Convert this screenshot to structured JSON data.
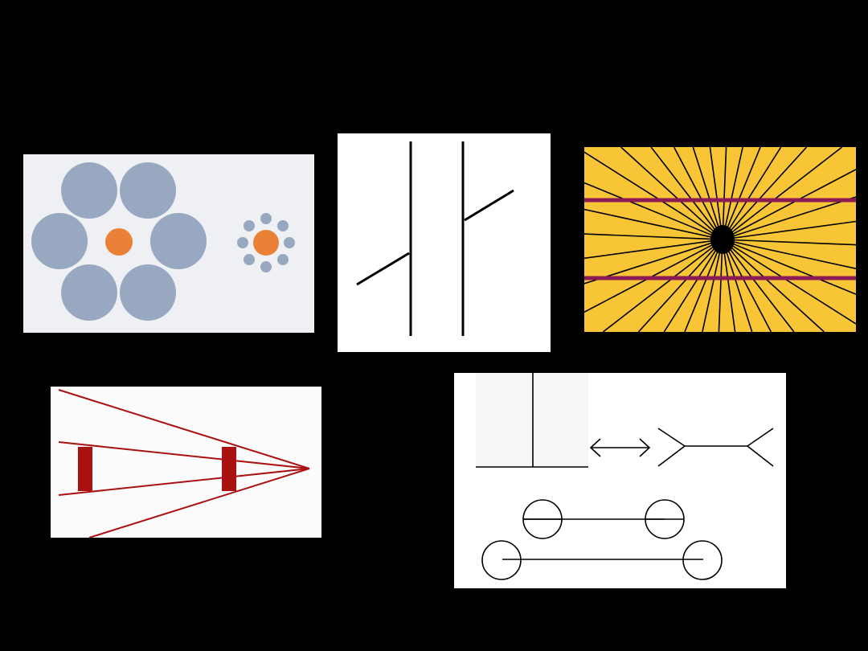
{
  "slide": {
    "background": "#000000"
  },
  "panels": [
    {
      "id": "ebbinghaus",
      "icon": "ebbinghaus-illusion-icon",
      "background": "#eef0f3",
      "circle_color": "#97a8c0",
      "center_color": "#ea8137"
    },
    {
      "id": "poggendorff",
      "icon": "poggendorff-illusion-icon",
      "background": "#ffffff",
      "line_color": "#000000"
    },
    {
      "id": "hering",
      "icon": "hering-illusion-icon",
      "background": "#f7c535",
      "ray_color": "#000000",
      "parallel_color": "#8c1a55"
    },
    {
      "id": "ponzo",
      "icon": "ponzo-illusion-icon",
      "background": "#fbfbfb",
      "line_color": "#aa1111"
    },
    {
      "id": "muller-lyer",
      "icon": "muller-lyer-variants-icon",
      "background": "#ffffff",
      "line_color": "#000000"
    }
  ]
}
